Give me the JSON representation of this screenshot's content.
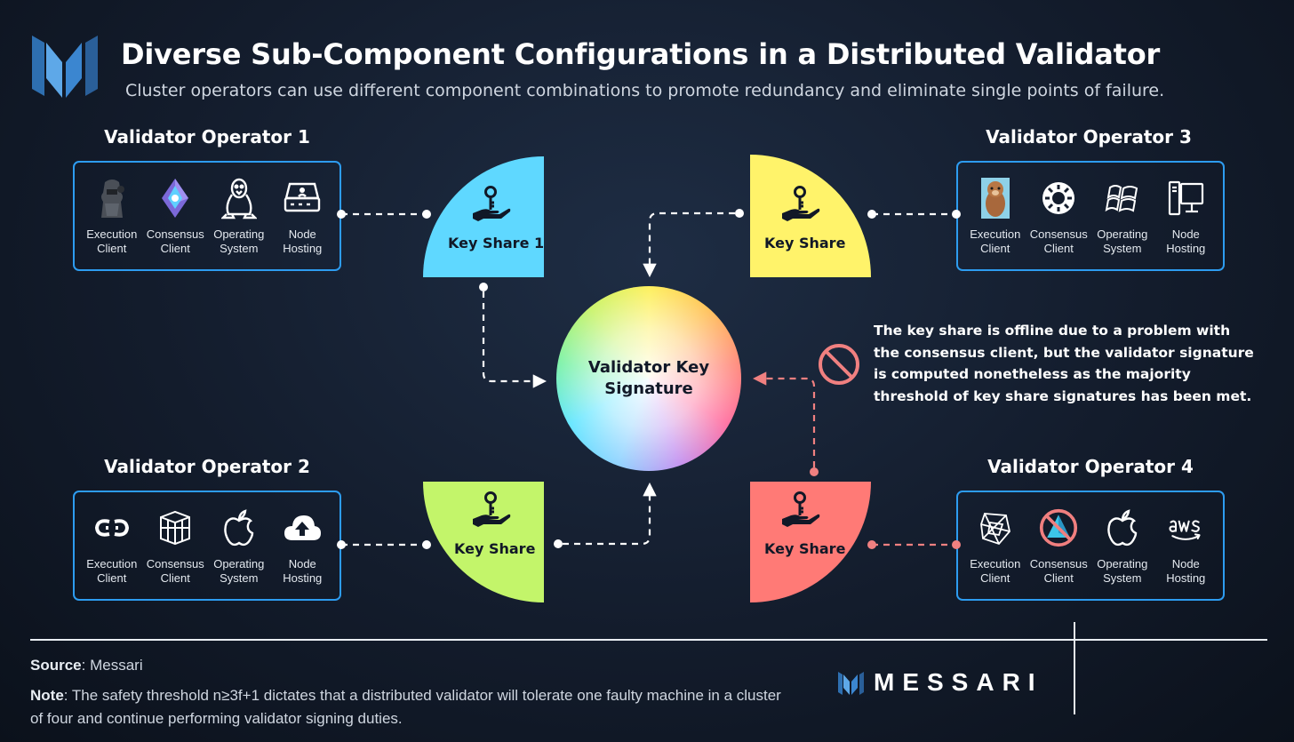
{
  "header": {
    "title": "Diverse Sub-Component Configurations in a Distributed Validator",
    "subtitle": "Cluster operators can use different component combinations to promote redundancy and eliminate single points of failure."
  },
  "operators": [
    {
      "heading": "Validator Operator 1",
      "components": [
        {
          "label": "Execution\nClient",
          "icon": "robot-icon"
        },
        {
          "label": "Consensus\nClient",
          "icon": "ethereum-crystal-icon"
        },
        {
          "label": "Operating\nSystem",
          "icon": "linux-penguin-icon"
        },
        {
          "label": "Node\nHosting",
          "icon": "server-icon"
        }
      ]
    },
    {
      "heading": "Validator Operator 2",
      "components": [
        {
          "label": "Execution\nClient",
          "icon": "link-icon"
        },
        {
          "label": "Consensus\nClient",
          "icon": "cube-icon"
        },
        {
          "label": "Operating\nSystem",
          "icon": "apple-icon"
        },
        {
          "label": "Node\nHosting",
          "icon": "cloud-upload-icon"
        }
      ]
    },
    {
      "heading": "Validator Operator 3",
      "components": [
        {
          "label": "Execution\nClient",
          "icon": "otter-icon"
        },
        {
          "label": "Consensus\nClient",
          "icon": "sun-gear-icon"
        },
        {
          "label": "Operating\nSystem",
          "icon": "windows-icon"
        },
        {
          "label": "Node\nHosting",
          "icon": "desktop-icon"
        }
      ]
    },
    {
      "heading": "Validator Operator 4",
      "components": [
        {
          "label": "Execution\nClient",
          "icon": "geometric-icon"
        },
        {
          "label": "Consensus\nClient",
          "icon": "blocked-prism-icon"
        },
        {
          "label": "Operating\nSystem",
          "icon": "apple-icon"
        },
        {
          "label": "Node\nHosting",
          "icon": "aws-icon"
        }
      ]
    }
  ],
  "key_shares": [
    {
      "label": "Key Share 1",
      "color": "#5fd8ff"
    },
    {
      "label": "Key Share",
      "color": "#c3f56a"
    },
    {
      "label": "Key Share",
      "color": "#fff36a"
    },
    {
      "label": "Key Share",
      "color": "#ff7a76"
    }
  ],
  "signature": {
    "label": "Validator Key\nSignature"
  },
  "offline_note": "The key share is offline due to a problem with the consensus client, but the validator signature is computed nonetheless as the majority threshold of key share signatures has been met.",
  "colors": {
    "accent_blue": "#2d9cf0",
    "offline_red": "#f08080",
    "background": "#131c2c"
  },
  "footer": {
    "source_label": "Source",
    "source_value": ": Messari",
    "note_label": "Note",
    "note_value": ": The safety threshold n≥3f+1 dictates that a distributed validator will tolerate one faulty machine in a cluster of four and continue performing validator signing duties.",
    "brand": "MESSARI"
  }
}
